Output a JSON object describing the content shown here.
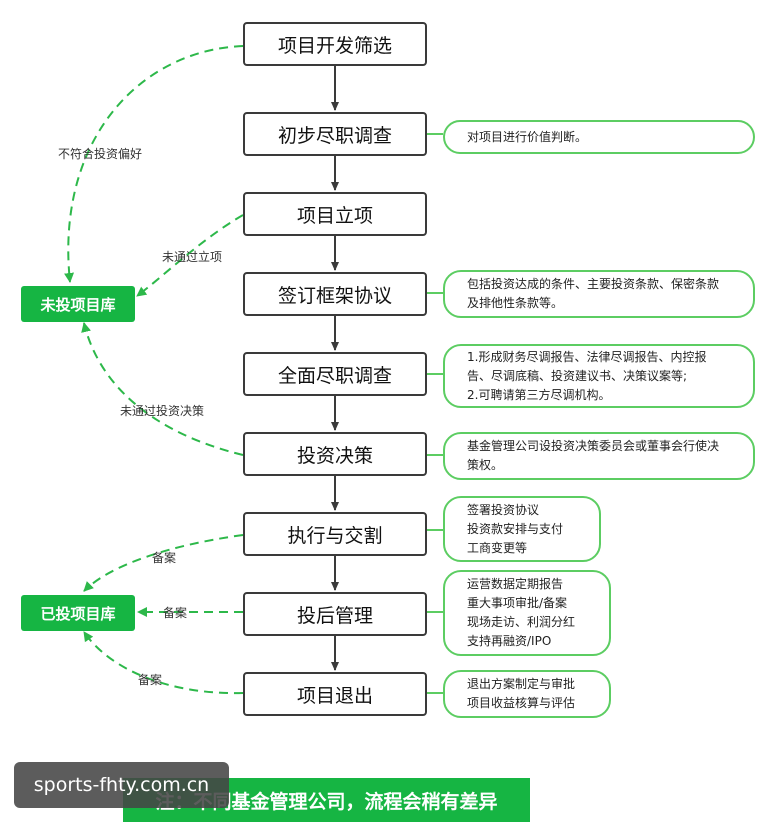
{
  "steps": [
    "项目开发筛选",
    "初步尽职调查",
    "项目立项",
    "签订框架协议",
    "全面尽职调查",
    "投资决策",
    "执行与交割",
    "投后管理",
    "项目退出"
  ],
  "notes": {
    "step2": [
      "对项目进行价值判断。"
    ],
    "step4": [
      "包括投资达成的条件、主要投资条款、保密条款",
      "及排他性条款等。"
    ],
    "step5": [
      "1.形成财务尽调报告、法律尽调报告、内控报",
      "告、尽调底稿、投资建议书、决策议案等;",
      "2.可聘请第三方尽调机构。"
    ],
    "step6": [
      "基金管理公司设投资决策委员会或董事会行使决",
      "策权。"
    ],
    "step7": [
      "签署投资协议",
      "投资款安排与支付",
      "工商变更等"
    ],
    "step8": [
      "运营数据定期报告",
      "重大事项审批/备案",
      "现场走访、利润分红",
      "支持再融资/IPO"
    ],
    "step9": [
      "退出方案制定与审批",
      "项目收益核算与评估"
    ]
  },
  "libraries": {
    "not_invested": "未投项目库",
    "invested": "已投项目库"
  },
  "edge_labels": {
    "mismatch": "不符合投资偏好",
    "not_approved": "未通过立项",
    "not_decided": "未通过投资决策",
    "filing1": "备案",
    "filing2": "备案",
    "filing3": "备案"
  },
  "footer_note": "注：不同基金管理公司，流程会稍有差异",
  "watermark": "sports-fhty.com.cn",
  "colors": {
    "step_border": "#3a3a3a",
    "note_border": "#5ccd62",
    "library_fill": "#16b543",
    "dashed_arrow": "#2db84a"
  }
}
